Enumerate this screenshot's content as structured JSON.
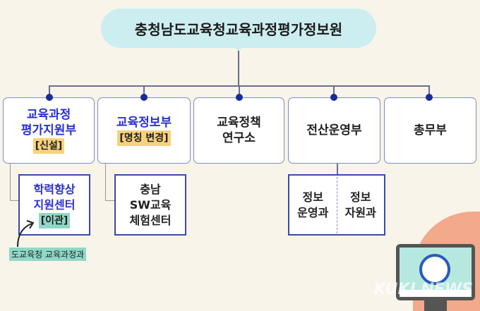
{
  "title": "충청남도교육청교육과정평가정보원",
  "departments": [
    {
      "line1": "교육과정",
      "line2": "평가지원부",
      "tag": "[신설]"
    },
    {
      "line1": "교육정보부",
      "tag": "[명칭 변경]"
    },
    {
      "line1": "교육정책",
      "line2": "연구소"
    },
    {
      "line1": "전산운영부"
    },
    {
      "line1": "총무부"
    }
  ],
  "sub_units": {
    "center1": {
      "line1": "학력향상",
      "line2": "지원센터",
      "tag": "[이관]"
    },
    "center2": {
      "line1": "충남",
      "line2": "SW교육",
      "line3": "체험센터"
    },
    "team1": {
      "line1": "정보",
      "line2": "운영과"
    },
    "team2": {
      "line1": "정보",
      "line2": "자원과"
    }
  },
  "note": "도교육청 교육과정과",
  "watermark": "KUKI NEWS",
  "colors": {
    "accent": "#2a2fd0",
    "bubble": "#cdeef0",
    "highlight_yellow": "#f8d27a",
    "highlight_green": "#8fd8c8"
  }
}
